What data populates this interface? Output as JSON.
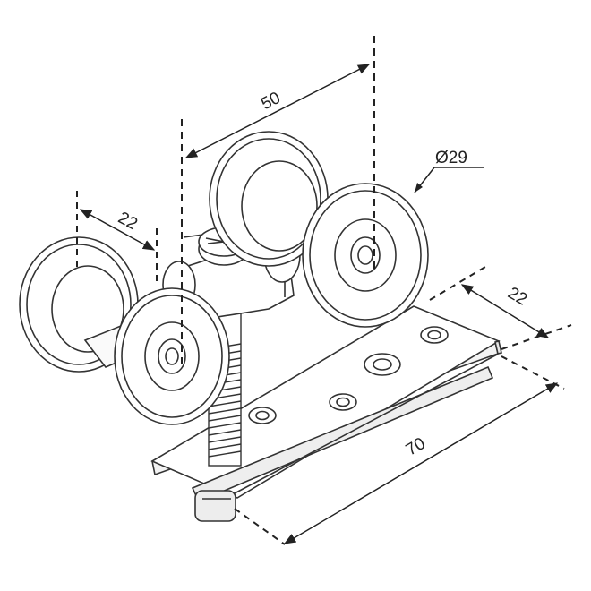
{
  "drawing": {
    "dimensions": {
      "wheel_spacing": "50",
      "wheel_diameter": "Ø29",
      "wheel_pair_width": "22",
      "plate_width": "22",
      "plate_length": "70"
    }
  }
}
